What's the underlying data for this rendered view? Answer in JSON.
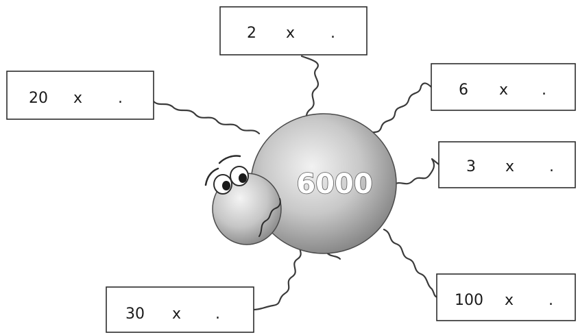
{
  "center": {
    "number": "6000"
  },
  "boxes": [
    {
      "id": "top",
      "factor": "2",
      "times": "x",
      "blank": "."
    },
    {
      "id": "left",
      "factor": "20",
      "times": "x",
      "blank": "."
    },
    {
      "id": "right-upper",
      "factor": "6",
      "times": "x",
      "blank": "."
    },
    {
      "id": "right-middle",
      "factor": "3",
      "times": "x",
      "blank": "."
    },
    {
      "id": "right-lower",
      "factor": "100",
      "times": "x",
      "blank": "."
    },
    {
      "id": "bottom-left",
      "factor": "30",
      "times": "x",
      "blank": "."
    }
  ]
}
